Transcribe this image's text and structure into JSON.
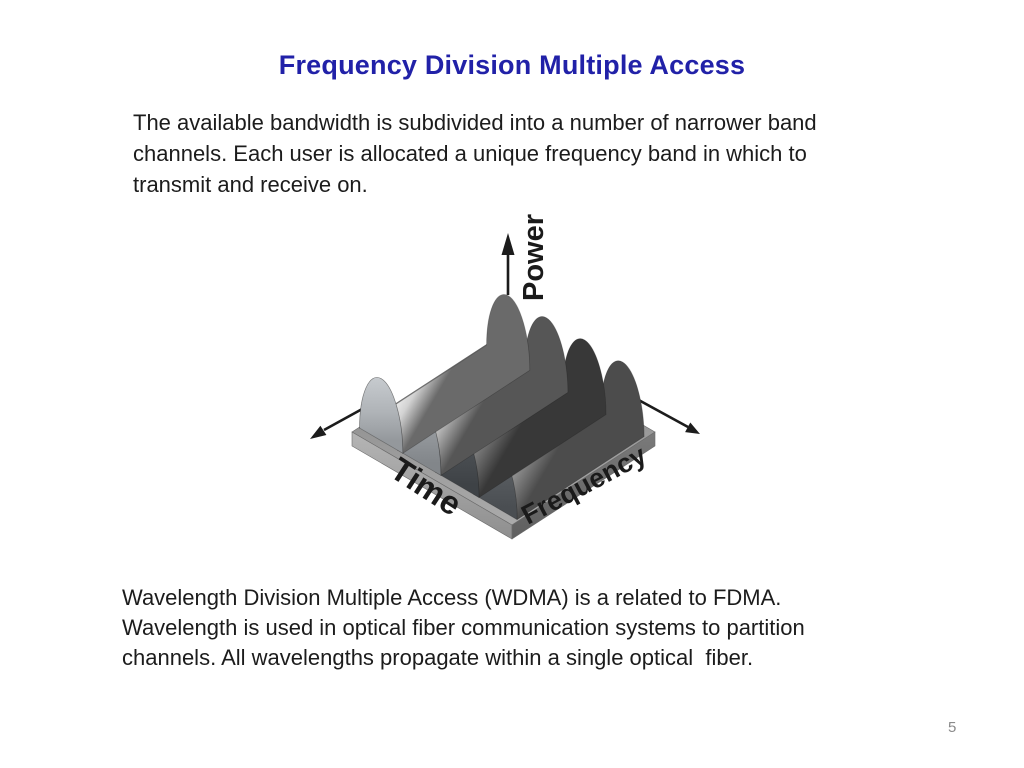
{
  "slide": {
    "title": "Frequency Division Multiple Access",
    "intro_lines": [
      "The available bandwidth is subdivided into a number of narrower band",
      "channels. Each user is allocated a unique frequency band in which to",
      "transmit and receive on."
    ],
    "footer_lines": [
      "Wavelength Division Multiple Access (WDMA) is a related to FDMA.",
      "Wavelength is used in optical fiber communication systems to partition",
      "channels. All wavelengths propagate within a single optical  fiber."
    ],
    "page_number": "5"
  },
  "diagram": {
    "description": "3D grayscale illustration of FDMA: four frequency-channel ridges on a base slab",
    "channels_count": 4,
    "axes": {
      "vertical": "Power",
      "bottom_left": "Time",
      "bottom_right": "Frequency"
    }
  },
  "colors": {
    "title": "#2121a8",
    "body_text": "#1c1c1c",
    "page_number": "#8a8a8a",
    "figure_grays": [
      "#e9e9e9",
      "#d8d8d8",
      "#8e8e8e",
      "#565656",
      "#383838"
    ]
  }
}
